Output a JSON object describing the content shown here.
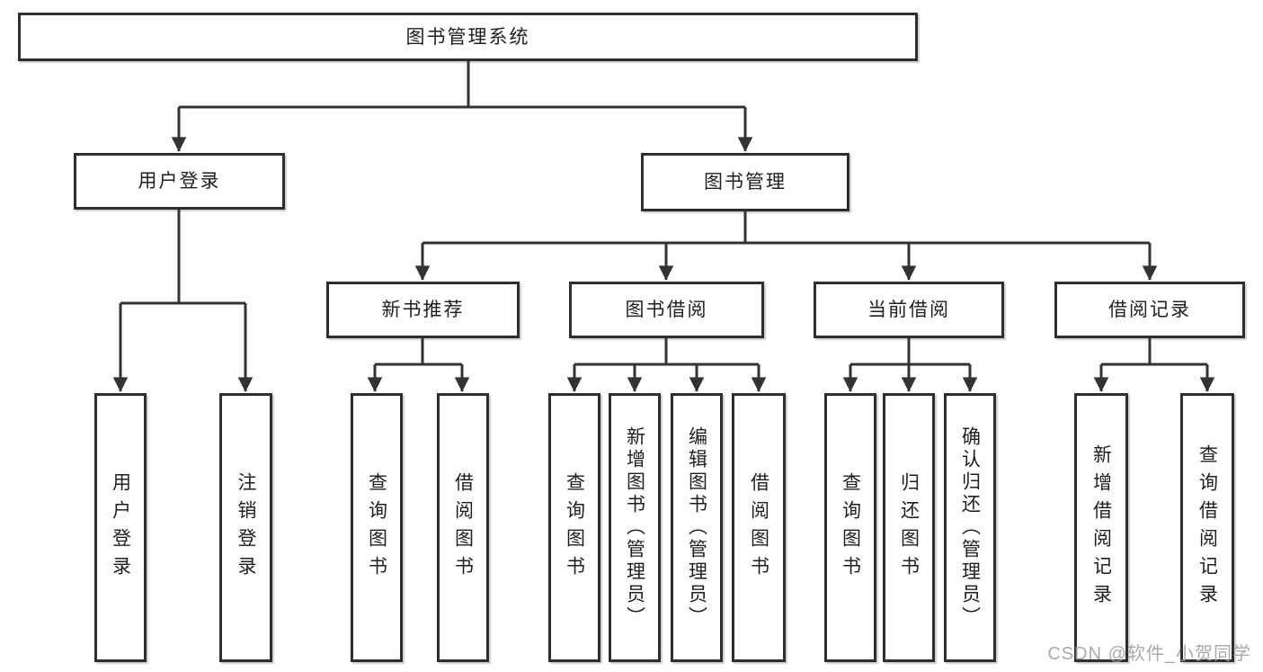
{
  "tree": {
    "label": "图书管理系统",
    "children": [
      {
        "label": "用户登录",
        "children": [
          {
            "label": "用户登录"
          },
          {
            "label": "注销登录"
          }
        ]
      },
      {
        "label": "图书管理",
        "children": [
          {
            "label": "新书推荐",
            "children": [
              {
                "label": "查询图书"
              },
              {
                "label": "借阅图书"
              }
            ]
          },
          {
            "label": "图书借阅",
            "children": [
              {
                "label": "查询图书"
              },
              {
                "label": "新增图书（管理员）"
              },
              {
                "label": "编辑图书（管理员）"
              },
              {
                "label": "借阅图书"
              }
            ]
          },
          {
            "label": "当前借阅",
            "children": [
              {
                "label": "查询图书"
              },
              {
                "label": "归还图书"
              },
              {
                "label": "确认归还（管理员）"
              }
            ]
          },
          {
            "label": "借阅记录",
            "children": [
              {
                "label": "新增借阅记录"
              },
              {
                "label": "查询借阅记录"
              }
            ]
          }
        ]
      }
    ]
  },
  "watermark": "CSDN @软件_小贺同学",
  "colors": {
    "line": "#333333",
    "box_border": "#2e2e2e",
    "box_background": "#ffffff",
    "text": "#1f1f1f",
    "watermark": "#a0a0a0",
    "page_background": "#ffffff"
  }
}
